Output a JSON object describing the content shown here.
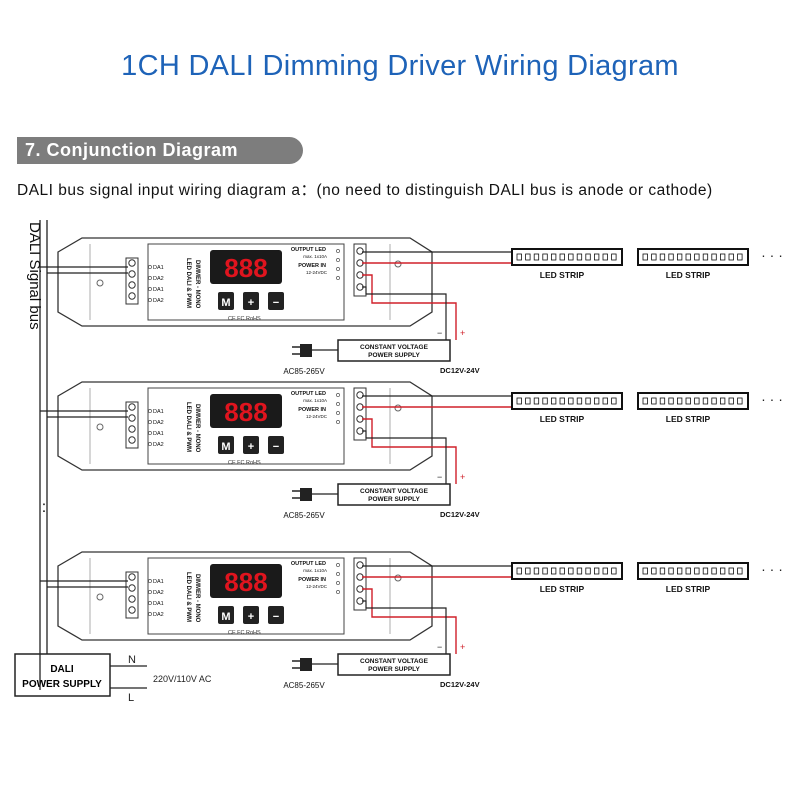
{
  "title": "1CH DALI Dimming Driver Wiring Diagram",
  "section_header": "7. Conjunction Diagram",
  "subtitle": "DALI bus signal input wiring diagram a：(no need to distinguish DALI bus is anode or cathode)",
  "bus_label": "DALI Signal bus",
  "bus_ellipsis": ":",
  "driver": {
    "terminals": [
      "DA1",
      "DA2",
      "DA1",
      "DA2"
    ],
    "product_name_line1": "LED DALI & PWM",
    "product_name_line2": "DIMMER - MONO",
    "display_digits": "888",
    "buttons": [
      "M",
      "+",
      "−"
    ],
    "certifications": "CE FC RoHS",
    "output_label": "OUTPUT LED",
    "output_rating": "max. 1x10A",
    "power_label": "POWER IN",
    "power_rating": "12-24VDC"
  },
  "power_supply": {
    "label_line1": "CONSTANT VOLTAGE",
    "label_line2": "POWER SUPPLY",
    "ac_label": "AC85-265V",
    "dc_label": "DC12V-24V",
    "minus_sign": "−",
    "plus_sign": "+"
  },
  "led_strip_label": "LED STRIP",
  "strip_ellipsis": "· · ·",
  "dali_power_supply": {
    "label_line1": "DALI",
    "label_line2": "POWER SUPPLY",
    "n_label": "N",
    "l_label": "L",
    "ac_label": "220V/110V AC"
  },
  "colors": {
    "title": "#1e63b8",
    "red_wire": "#d0202a",
    "display_digits": "#e0141e",
    "header_bg": "#7d7d7d"
  }
}
